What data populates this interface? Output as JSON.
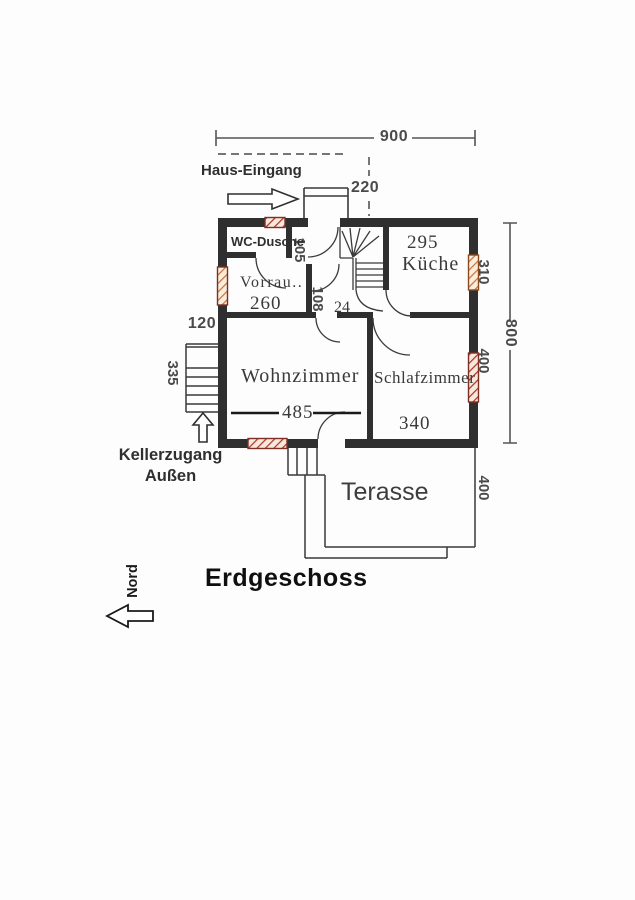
{
  "plan": {
    "title": "Erdgeschoss",
    "labels": {
      "haus_eingang": "Haus-Eingang",
      "kellerzugang_line1": "Kellerzugang",
      "kellerzugang_line2": "Außen",
      "nord": "Nord"
    },
    "rooms": {
      "wc": "WC-Dusche",
      "vorraum": "Vorrau..",
      "kueche": "Küche",
      "wohnzimmer": "Wohnzimmer",
      "schlafzimmer": "Schlafzimmer",
      "terasse": "Terasse"
    },
    "dimensions": {
      "width_total": "900",
      "entrance_offset": "220",
      "depth_total": "800",
      "wc_width": "105",
      "hall_width": "108",
      "wall_thickness": "24",
      "vorraum_width": "260",
      "kueche_width": "295",
      "kueche_window": "310",
      "schlaf_window": "400",
      "wohnzimmer_width": "485",
      "schlaf_width": "340",
      "keller_width": "120",
      "keller_depth": "335",
      "terasse_depth": "400"
    },
    "colors": {
      "wall": "#2f2f2f",
      "line": "#3a3a3a",
      "dim_text": "#4a4a4a",
      "window_red": "#a93226",
      "window_orange": "#c87137",
      "window_fill": "#f7e8dc"
    }
  }
}
